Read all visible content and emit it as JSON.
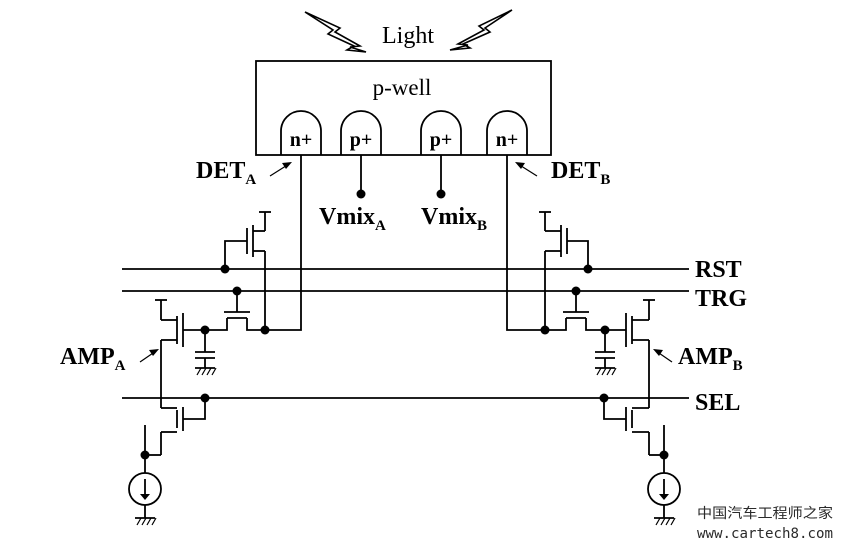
{
  "light": {
    "label": "Light"
  },
  "pwell": {
    "label": "p-well"
  },
  "implants": {
    "n_left": "n+",
    "p_left": "p+",
    "p_right": "p+",
    "n_right": "n+"
  },
  "det_a": {
    "main": "DET",
    "sub": "A"
  },
  "det_b": {
    "main": "DET",
    "sub": "B"
  },
  "vmix_a": {
    "main": "Vmix",
    "sub": "A"
  },
  "vmix_b": {
    "main": "Vmix",
    "sub": "B"
  },
  "amp_a": {
    "main": "AMP",
    "sub": "A"
  },
  "amp_b": {
    "main": "AMP",
    "sub": "B"
  },
  "buses": {
    "rst": "RST",
    "trg": "TRG",
    "sel": "SEL"
  },
  "watermark": {
    "text": "中国汽车工程师之家",
    "url": "www.cartech8.com"
  }
}
